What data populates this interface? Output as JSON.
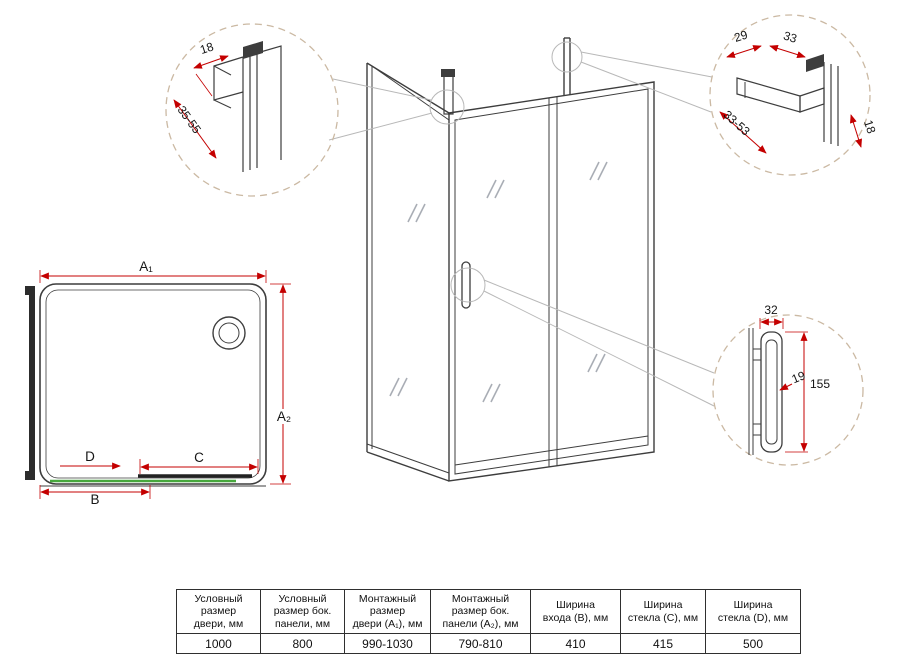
{
  "colors": {
    "dimension_red": "#c40000",
    "glass_green": "#47a83d",
    "drawing_line": "#3d3d3d",
    "detail_circle_tan": "#cbb9a3"
  },
  "plan_view": {
    "label_a1": "A₁",
    "label_a2": "A₂",
    "label_b": "B",
    "label_c": "C",
    "label_d": "D"
  },
  "detail_left": {
    "dim_height": "18",
    "dim_range": "35-55"
  },
  "detail_right": {
    "dim_29": "29",
    "dim_33": "33",
    "dim_range": "33-53",
    "dim_18": "18"
  },
  "detail_handle": {
    "dim_width": "32",
    "dim_depth": "19",
    "dim_length": "155"
  },
  "spec_table": {
    "columns": [
      {
        "header": "Условный\nразмер\nдвери, мм",
        "value": "1000"
      },
      {
        "header": "Условный\nразмер бок.\nпанели, мм",
        "value": "800"
      },
      {
        "header": "Монтажный\nразмер\nдвери (A₁), мм",
        "value": "990-1030"
      },
      {
        "header": "Монтажный\nразмер бок.\nпанели (A₂), мм",
        "value": "790-810"
      },
      {
        "header": "Ширина\nвхода (B), мм",
        "value": "410"
      },
      {
        "header": "Ширина\nстекла (C), мм",
        "value": "415"
      },
      {
        "header": "Ширина\nстекла (D), мм",
        "value": "500"
      }
    ]
  }
}
